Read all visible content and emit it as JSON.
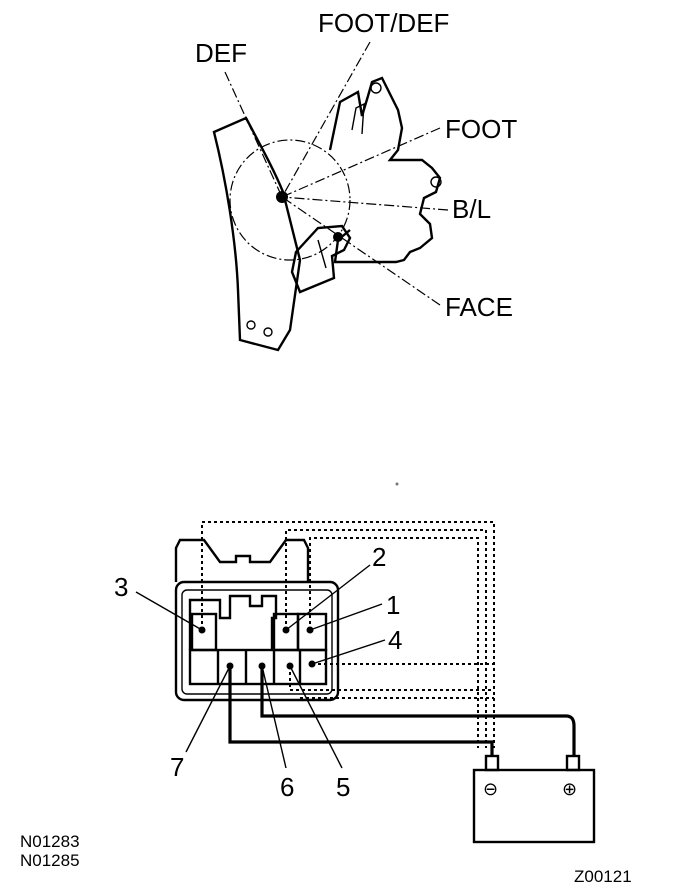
{
  "actuator": {
    "labels": {
      "def": "DEF",
      "foot_def": "FOOT/DEF",
      "foot": "FOOT",
      "bl": "B/L",
      "face": "FACE"
    }
  },
  "connector": {
    "terminals": {
      "t1": "1",
      "t2": "2",
      "t3": "3",
      "t4": "4",
      "t5": "5",
      "t6": "6",
      "t7": "7"
    },
    "battery": {
      "negative": "⊖",
      "positive": "⊕"
    }
  },
  "codes": {
    "code1": "N01283",
    "code2": "N01285",
    "figure_id": "Z00121"
  }
}
